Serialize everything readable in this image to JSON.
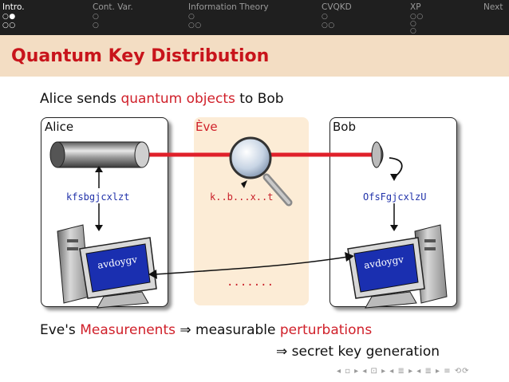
{
  "nav": {
    "sections": [
      {
        "label": "Intro.",
        "dots_row1": "○●",
        "dots_row2": "○○",
        "dots_row3": ""
      },
      {
        "label": "Cont. Var.",
        "dots_row1": "○",
        "dots_row2": "○",
        "dots_row3": ""
      },
      {
        "label": "Information Theory",
        "dots_row1": "○",
        "dots_row2": "○○",
        "dots_row3": ""
      },
      {
        "label": "CVQKD",
        "dots_row1": "○",
        "dots_row2": "○○",
        "dots_row3": ""
      },
      {
        "label": "XP",
        "dots_row1": "○○",
        "dots_row2": "○",
        "dots_row3": "○"
      },
      {
        "label": "Next",
        "dots_row1": "",
        "dots_row2": "",
        "dots_row3": ""
      }
    ]
  },
  "frame": {
    "title": "Quantum Key Distribution"
  },
  "subtitle": {
    "prefix": "Alice sends ",
    "highlight": "quantum objects",
    "suffix": " to Bob"
  },
  "diagram": {
    "alice_label": "Alice",
    "eve_label": "Ève",
    "bob_label": "Bob",
    "alice_key": "kfsbgjcxlzt",
    "eve_key": "k..b...x..t",
    "bob_key": "OfsFgjcxlzU",
    "screen_word": "avdoygv",
    "eve_dots": ".......",
    "colors": {
      "beam": "#e0202a",
      "screen": "#1a2fb0",
      "eve_zone": "#fcecd6",
      "accent": "#d0202a"
    }
  },
  "bottom": {
    "line1_prefix": "Eve's ",
    "line1_highlight1": "Measurenents",
    "line1_arrow": " ⇒ measurable ",
    "line1_highlight2": "perturbations",
    "line2": "⇒ secret key generation"
  },
  "beamer_nav": {
    "symbols": "◂ ▫ ▸ ◂ ⊡ ▸ ◂ ≣ ▸ ◂ ≣ ▸ ≡ ⟲⟳"
  }
}
